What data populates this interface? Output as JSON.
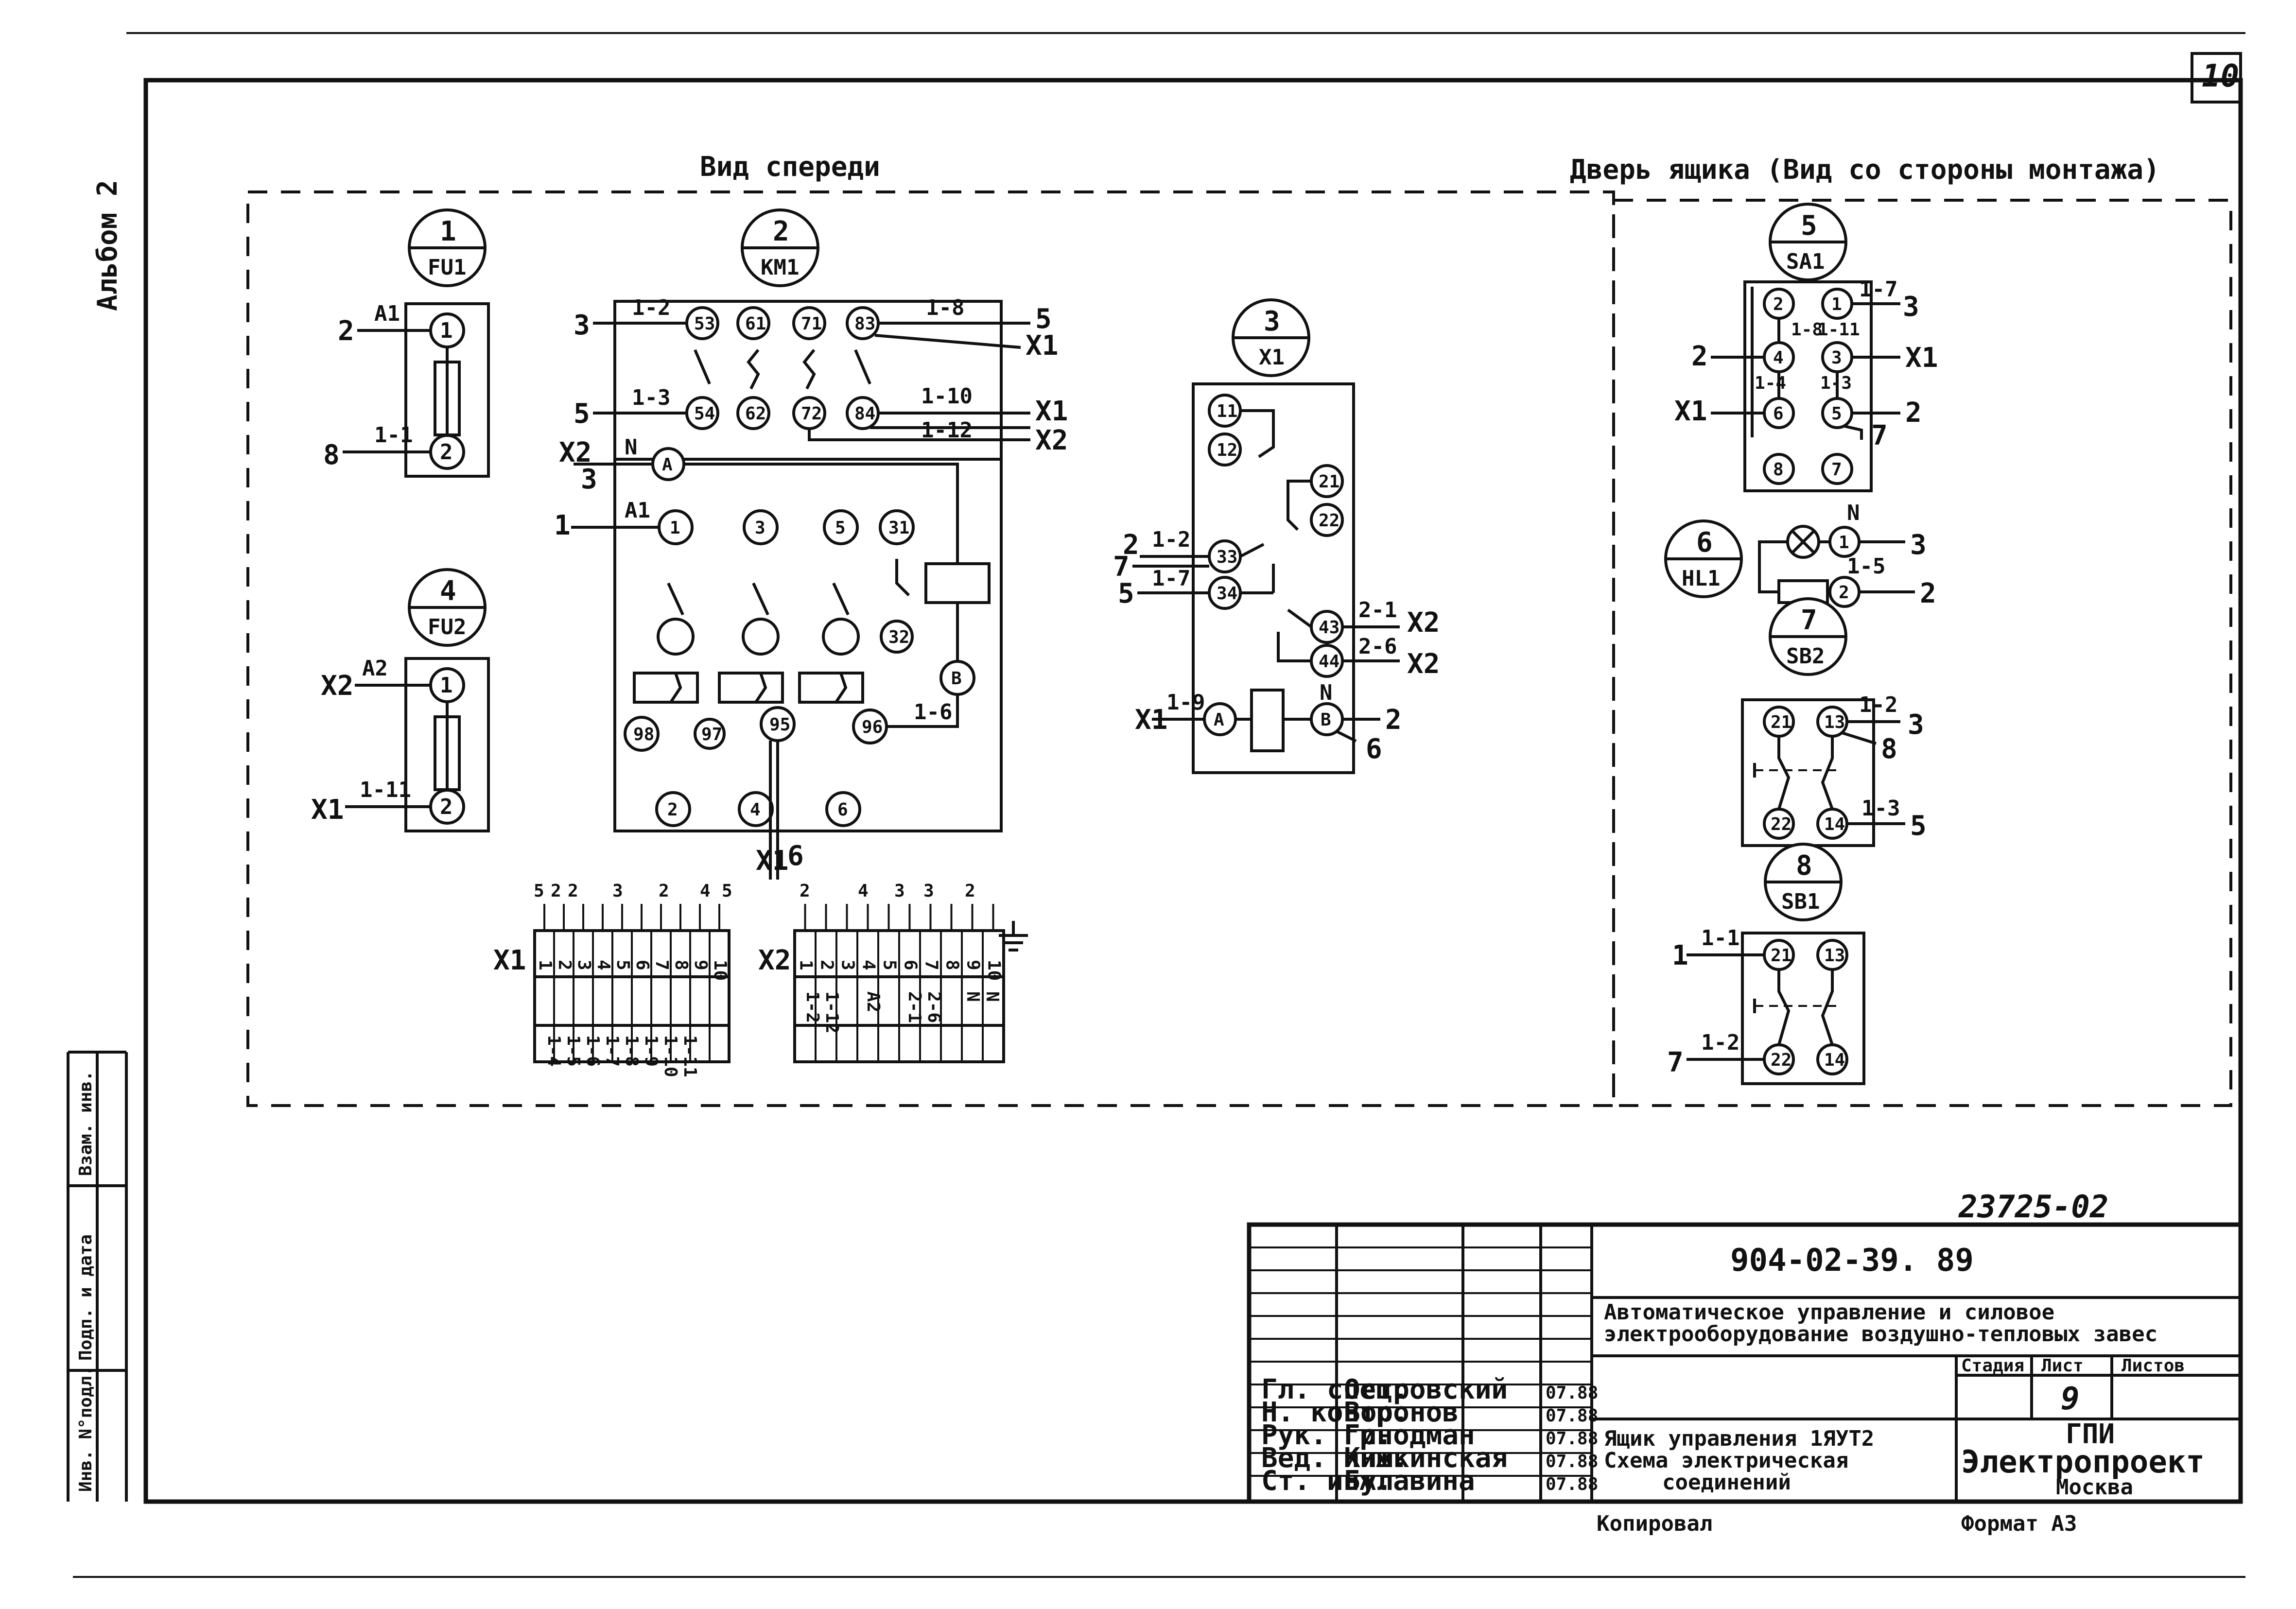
{
  "sheet": {
    "sheet_corner_number": "10",
    "album": "Альбом 2",
    "stamp_number": "23725-02",
    "side_columns": [
      "Инв. N°подл.",
      "Подп. и дата",
      "Взам. инв."
    ]
  },
  "views": {
    "front": "Вид спереди",
    "door": "Дверь ящика (Вид со стороны монтажа)"
  },
  "devices": {
    "fu1": {
      "pos": "1",
      "name": "FU1",
      "top_terminal": "1",
      "bottom_terminal": "2",
      "wire_top": "A1",
      "wire_bottom": "1-1",
      "dest_top": "2",
      "dest_bottom": "8"
    },
    "fu2": {
      "pos": "4",
      "name": "FU2",
      "top_terminal": "1",
      "bottom_terminal": "2",
      "wire_top": "A2",
      "wire_bottom": "1-11",
      "dest_top": "X2",
      "dest_bottom": "X1"
    },
    "km1": {
      "pos": "2",
      "name": "KM1",
      "aux_top": [
        "53",
        "61",
        "71",
        "83"
      ],
      "aux_bottom": [
        "54",
        "62",
        "72",
        "84"
      ],
      "coil_a": "A",
      "coil_b": "B",
      "main_top": [
        "1",
        "3",
        "5",
        "31"
      ],
      "nc_32": "32",
      "thermal": [
        "98",
        "97",
        "95",
        "96"
      ],
      "main_bottom": [
        "2",
        "4",
        "6"
      ],
      "wires": {
        "w12": "1-2",
        "w18": "1-8",
        "w13": "1-3",
        "w110": "1-10",
        "w112": "1-12",
        "n": "N",
        "a1": "A1",
        "w16": "1-6"
      },
      "dest": {
        "d3": "3",
        "d5a": "5",
        "dx1a": "X1",
        "d5b": "5",
        "dx1b": "X1",
        "dx1c": "X1",
        "dx2a": "X2",
        "dx2b": "X2",
        "d3b": "3",
        "d1": "1",
        "dx1d": "X1",
        "d6": "6"
      }
    },
    "x1": {
      "pos": "3",
      "name": "X1",
      "terms": [
        "11",
        "12",
        "21",
        "22",
        "33",
        "34",
        "43",
        "44",
        "A",
        "B"
      ],
      "wires": {
        "w12": "1-2",
        "w17": "1-7",
        "w21": "2-1",
        "w26": "2-6",
        "w19": "1-9",
        "n": "N"
      },
      "dest": {
        "d2": "2",
        "d7": "7",
        "d5": "5",
        "dx2a": "X2",
        "dx2b": "X2",
        "dx1": "X1",
        "d2b": "2",
        "d6": "6"
      }
    },
    "sa1": {
      "pos": "5",
      "name": "SA1",
      "left": [
        "2",
        "4",
        "6",
        "8"
      ],
      "right": [
        "1",
        "3",
        "5",
        "7"
      ],
      "wires": {
        "w17": "1-7",
        "w18": "1-8",
        "w14": "1-4",
        "w111": "1-11",
        "w13": "1-3"
      },
      "dest": {
        "d3": "3",
        "dx1a": "X1",
        "d2": "2",
        "dx1b": "X1",
        "d2b": "2",
        "d7": "7"
      }
    },
    "hl": {
      "pos": "6",
      "name": "HL1",
      "t1": "1",
      "t2": "2",
      "n": "N",
      "w15": "1-5",
      "d3": "3",
      "d2": "2"
    },
    "sb2": {
      "pos": "7",
      "name": "SB2",
      "terms": [
        "21",
        "13",
        "22",
        "14"
      ],
      "w12": "1-2",
      "w13": "1-3",
      "d3": "3",
      "d8": "8",
      "d5": "5"
    },
    "sb1": {
      "pos": "8",
      "name": "SB1",
      "terms": [
        "21",
        "13",
        "22",
        "14"
      ],
      "w11": "1-1",
      "w12": "1-2",
      "d1": "1",
      "d7": "7"
    }
  },
  "terminal_blocks": {
    "x1": {
      "label": "X1",
      "top": [
        "5",
        "2",
        "2",
        "3",
        "2",
        "4",
        "5"
      ],
      "cells": [
        "1",
        "2",
        "3",
        "4",
        "5",
        "6",
        "7",
        "8",
        "9",
        "10"
      ],
      "wires": [
        "1-4",
        "1-5",
        "1-6",
        "1-7",
        "1-8",
        "1-9",
        "1-10",
        "1-11"
      ]
    },
    "x2": {
      "label": "X2",
      "top": [
        "2",
        "4",
        "3",
        "3",
        "2"
      ],
      "cells": [
        "1",
        "2",
        "3",
        "4",
        "5",
        "6",
        "7",
        "8",
        "9",
        "10"
      ],
      "wires": [
        "1-2",
        "1-12",
        "A2",
        "2-1",
        "2-6",
        "N",
        "N"
      ]
    }
  },
  "title_block": {
    "doc_number": "904-02-39. 89",
    "project_line1": "Автоматическое управление и силовое",
    "project_line2": "электрооборудование воздушно-тепловых завес",
    "sheet_title1": "Ящик управления 1ЯУТ2",
    "sheet_title2": "Схема электрическая",
    "sheet_title3": "соединений",
    "stage_header": "Стадия",
    "sheet_header": "Лист",
    "sheets_header": "Листов",
    "sheet_no": "9",
    "org1": "ГПИ",
    "org2": "Электропроект",
    "org3": "Москва",
    "copied": "Копировал",
    "format": "Формат А3",
    "signers": [
      {
        "role": "Гл. спец.",
        "name": "Островский",
        "date": "07.88"
      },
      {
        "role": "Н. контр.",
        "name": "Воронов",
        "date": "07.88"
      },
      {
        "role": "Рук. гр.",
        "name": "Гинодман",
        "date": "07.88"
      },
      {
        "role": "Вед. инж.",
        "name": "Кишкинская",
        "date": "07.88"
      },
      {
        "role": "Ст. инж.",
        "name": "Булавина",
        "date": "07.88"
      }
    ]
  }
}
